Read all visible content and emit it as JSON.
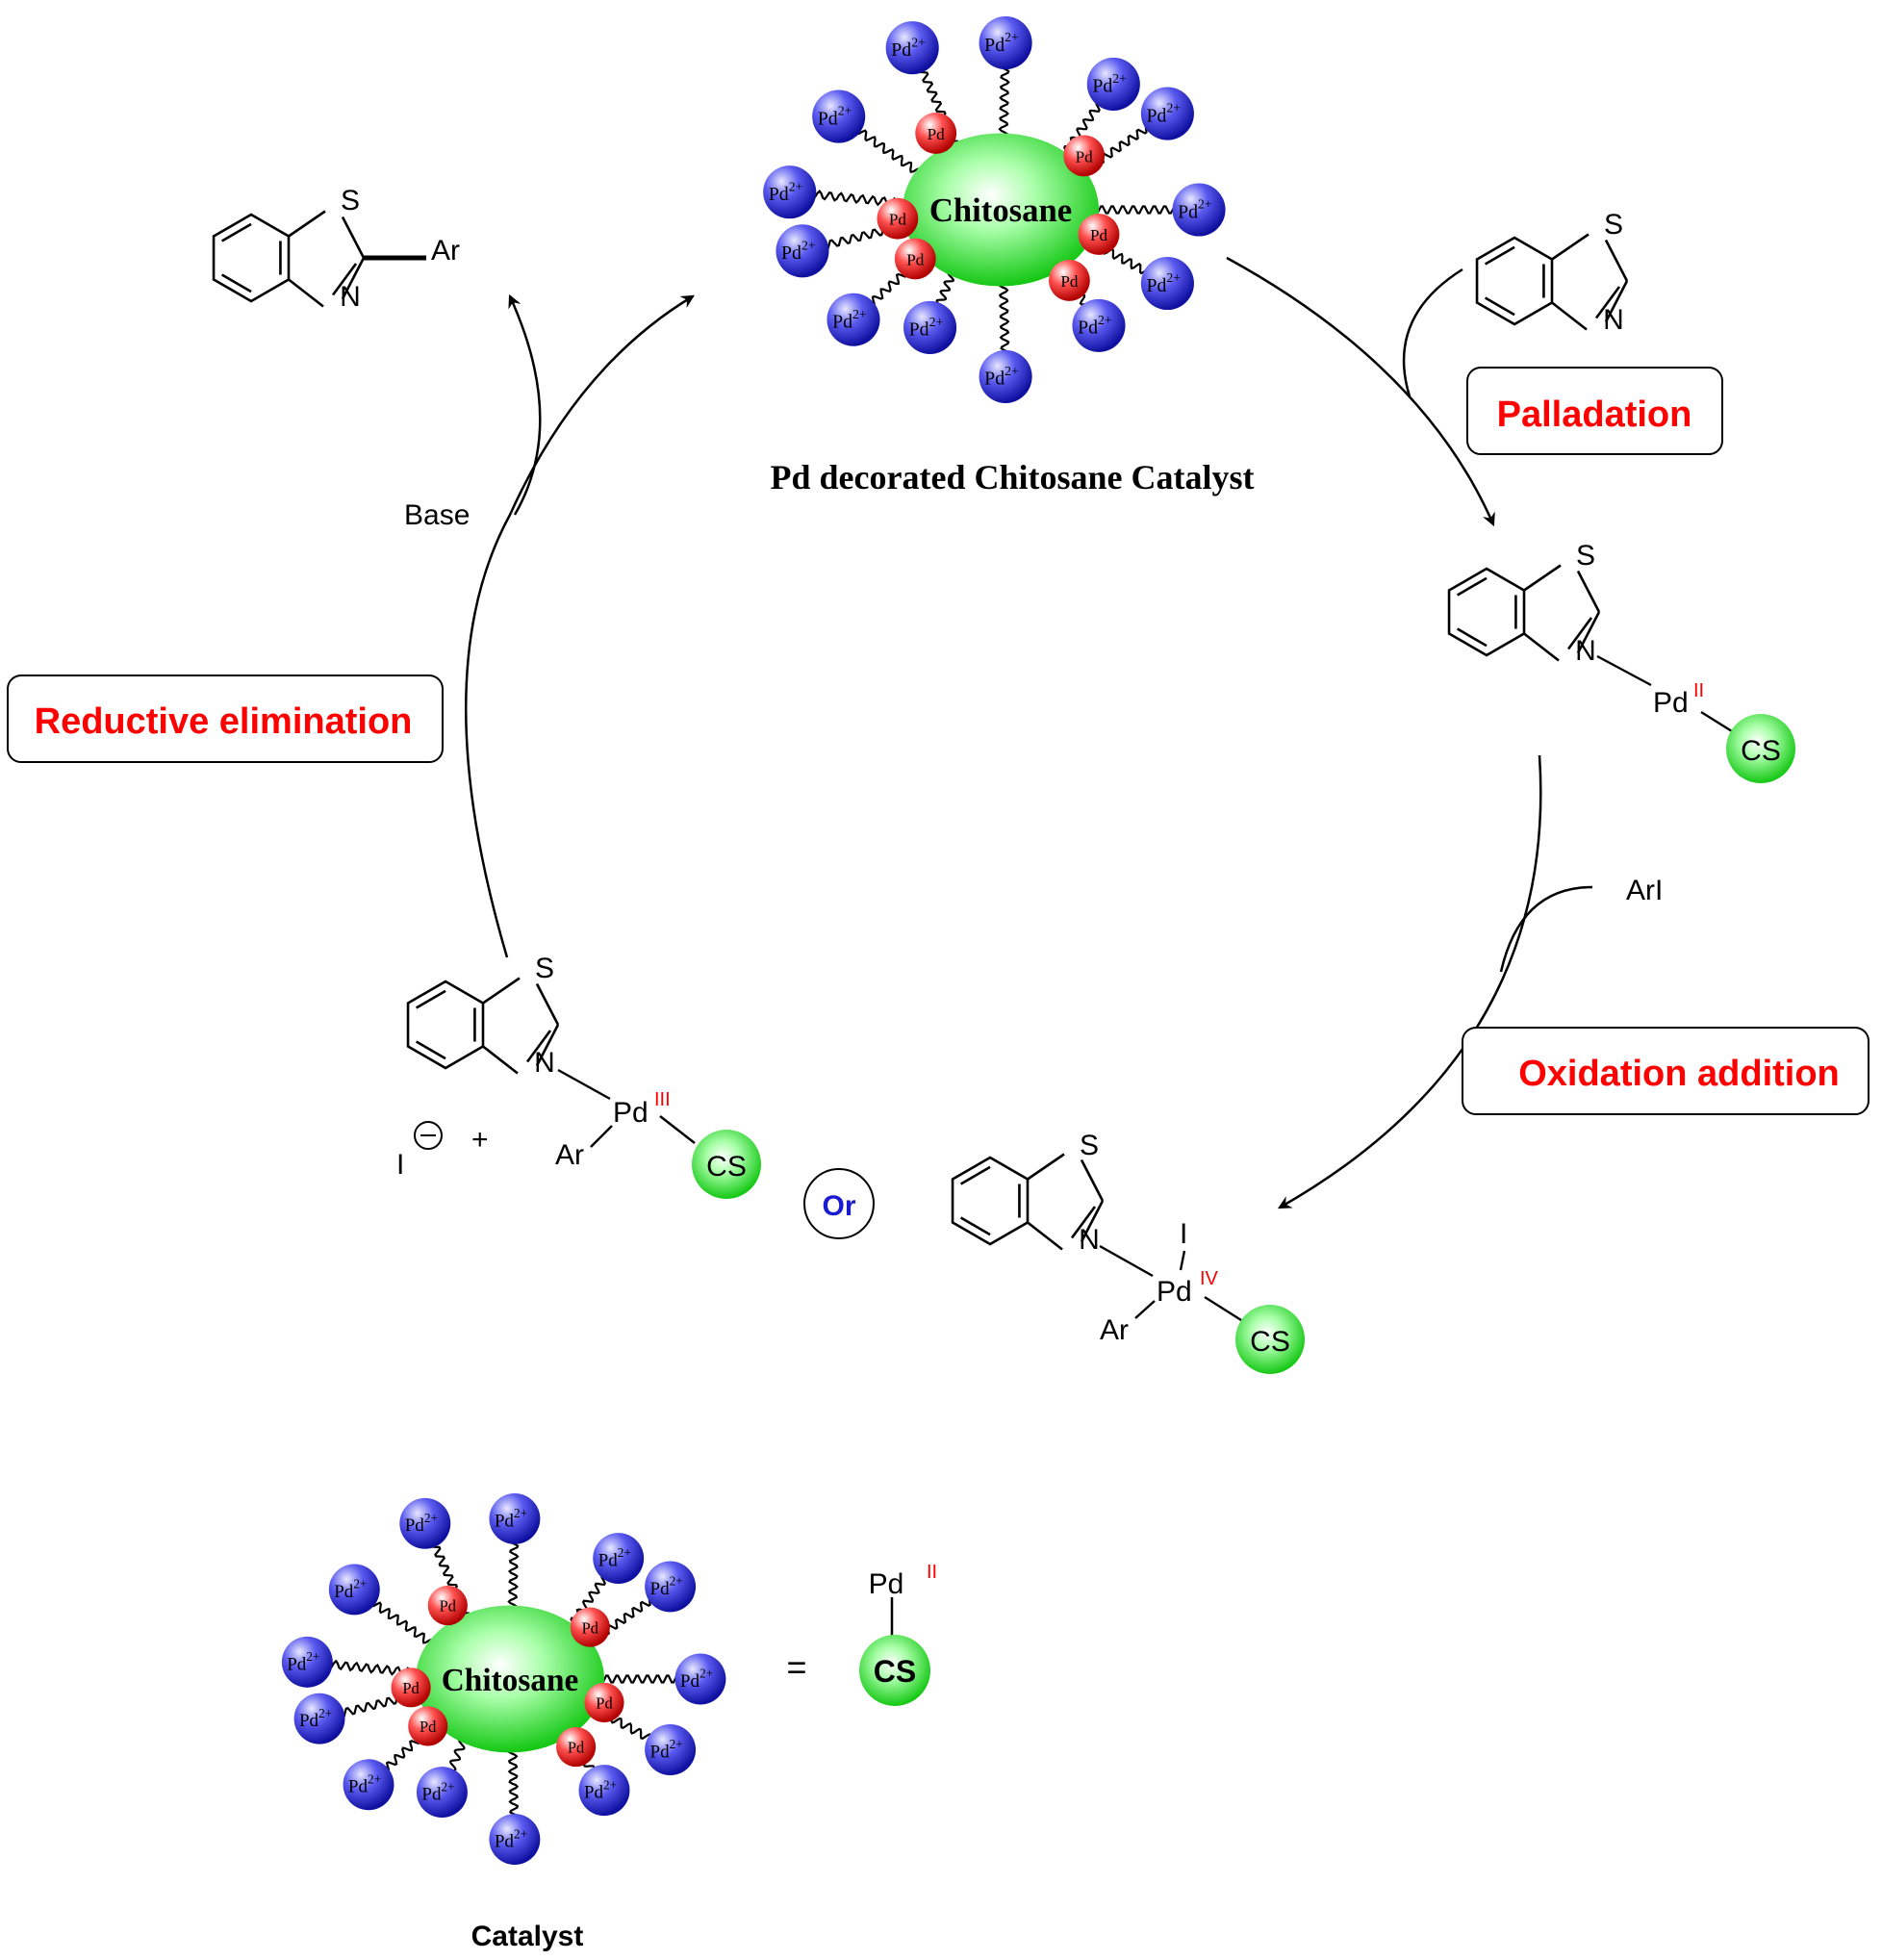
{
  "diagram": {
    "caption": "Pd decorated Chitosane Catalyst",
    "bottom_caption": "Catalyst",
    "equals": "=",
    "or": "Or",
    "cs": "CS",
    "chitosane": "Chitosane",
    "pd": "Pd",
    "pd2_base": "Pd",
    "pd2_sup": "2+",
    "steps": {
      "palladation": "Palladation",
      "oxidation": "Oxidation addition",
      "reductive": "Reductive elimination"
    },
    "reagents": {
      "base": "Base",
      "ari": "ArI"
    },
    "atoms": {
      "S": "S",
      "N": "N",
      "Ar": "Ar",
      "I": "I",
      "plus": "+"
    },
    "oxidation_states": {
      "II": "II",
      "III": "III",
      "IV": "IV"
    }
  },
  "colors": {
    "step_label": "#ff0000",
    "pd2_ball": "#2a2ae0",
    "pd_ball": "#e02020",
    "chitosane": "#22dd22",
    "cs_ball": "#22dd22",
    "or_text": "#1a1ad0"
  }
}
